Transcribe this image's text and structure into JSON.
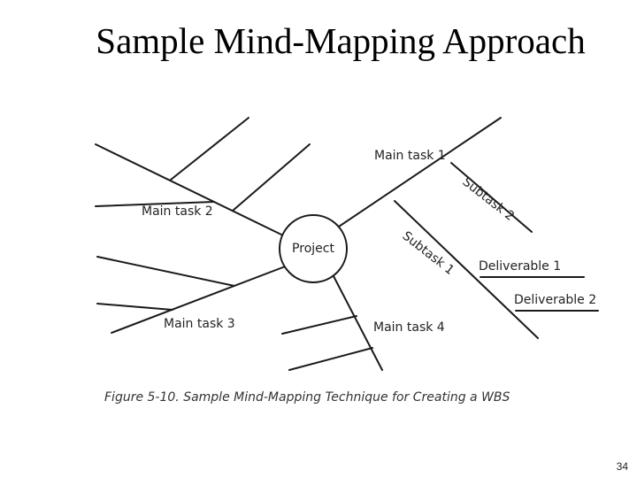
{
  "slide": {
    "title": "Sample Mind-Mapping Approach",
    "page_number": "34"
  },
  "diagram": {
    "center_label": "Project",
    "main_task_1": "Main task 1",
    "main_task_2": "Main task 2",
    "main_task_3": "Main task 3",
    "main_task_4": "Main task 4",
    "subtask_1": "Subtask 1",
    "subtask_2": "Subtask 2",
    "deliverable_1": "Deliverable 1",
    "deliverable_2": "Deliverable 2",
    "caption": "Figure 5-10. Sample Mind-Mapping Technique for Creating a WBS"
  }
}
